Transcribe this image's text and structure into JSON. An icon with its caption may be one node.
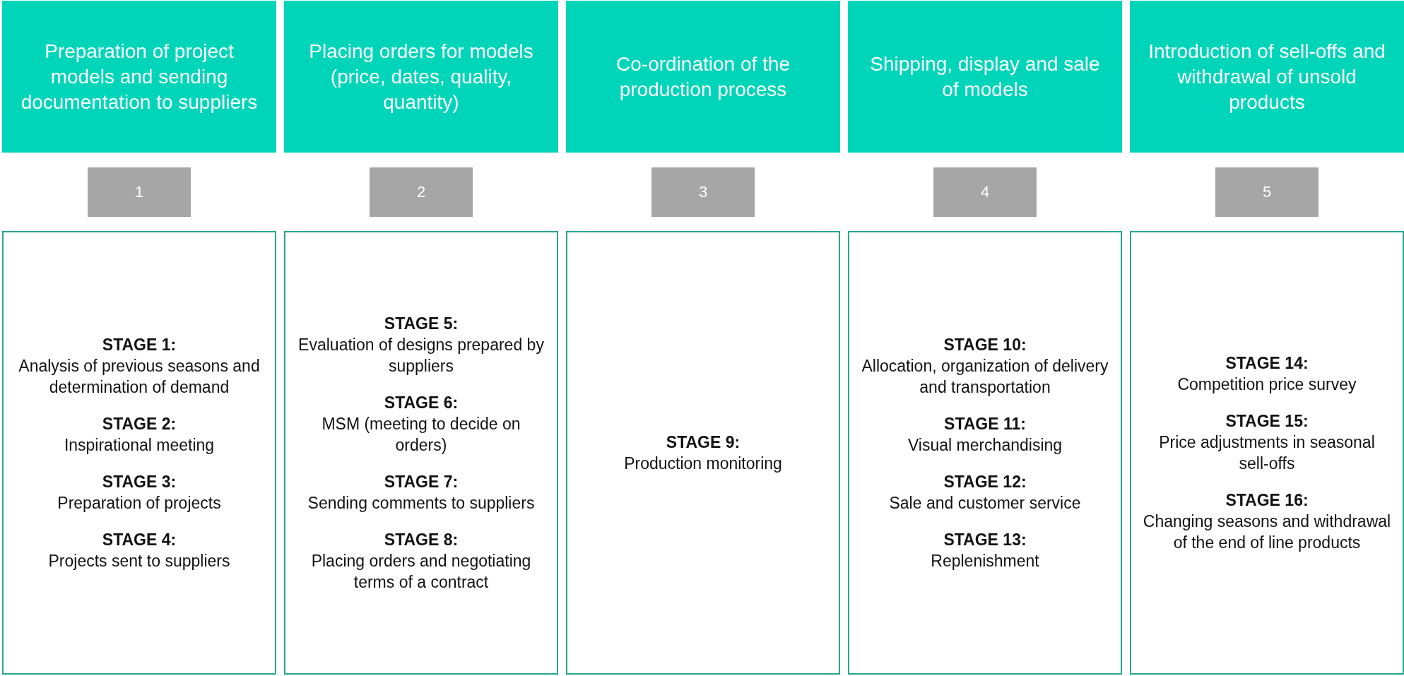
{
  "diagram": {
    "nodes": [
      {
        "text": [
          "Preparation of project models and sending documentation to suppliers"
        ]
      },
      {
        "text": [
          "Placing orders for models (price, dates, quality, quantity)"
        ]
      },
      {
        "text": [
          "Co-ordination of the production process"
        ]
      },
      {
        "text": [
          "Shipping, display and sale of models"
        ]
      },
      {
        "text": [
          "Introduction of sell-offs and withdrawal of unsold products"
        ]
      },
      {
        "text": [
          "1"
        ]
      },
      {
        "text": [
          "2"
        ]
      },
      {
        "text": [
          "3"
        ]
      },
      {
        "text": [
          "4"
        ]
      },
      {
        "text": [
          "5"
        ]
      },
      {
        "text": [
          "STAGE 1:",
          "Analysis of previous seasons and determination of demand",
          "STAGE 2:",
          "Inspirational meeting",
          "STAGE 3:",
          "Preparation of projects",
          "STAGE 4:",
          "Projects sent to suppliers"
        ]
      },
      {
        "text": [
          "STAGE 5:",
          "Evaluation of designs prepared by suppliers",
          "STAGE 6:",
          "MSM (meeting to decide on orders)",
          "STAGE 7:",
          "Sending comments to suppliers",
          "STAGE 8:",
          "Placing orders and negotiating terms of a contract"
        ]
      },
      {
        "text": [
          "STAGE 9:",
          "Production monitoring"
        ]
      },
      {
        "text": [
          "STAGE 10:",
          "Allocation, organization of delivery and transportation",
          "STAGE 11:",
          "Visual merchandising",
          "STAGE 12:",
          "Sale and customer service",
          "STAGE 13:",
          "Replenishment"
        ]
      },
      {
        "text": [
          "STAGE 14:",
          "Competition price survey",
          "STAGE 15:",
          "Price adjustments in seasonal sell-offs",
          "STAGE 16:",
          "Changing seasons and withdrawal of the end of line products"
        ]
      }
    ],
    "edges": []
  }
}
